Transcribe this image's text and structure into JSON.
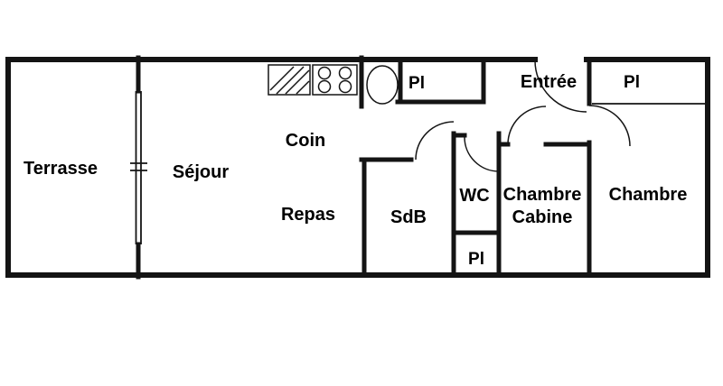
{
  "colors": {
    "wall": "#141414",
    "background": "#ffffff",
    "text": "#000000"
  },
  "rooms": {
    "terrasse": "Terrasse",
    "sejour": "Séjour",
    "coin": "Coin",
    "repas": "Repas",
    "sdb": "SdB",
    "wc": "WC",
    "entree": "Entrée",
    "chambre_cabine_line1": "Chambre",
    "chambre_cabine_line2": "Cabine",
    "chambre": "Chambre",
    "closet_top": "Pl",
    "closet_right": "Pl",
    "closet_bottom": "Pl"
  },
  "fixtures": {
    "sink": "sink-counter",
    "stove": "stove-4-burners",
    "water_heater": "water-heater-oval"
  }
}
